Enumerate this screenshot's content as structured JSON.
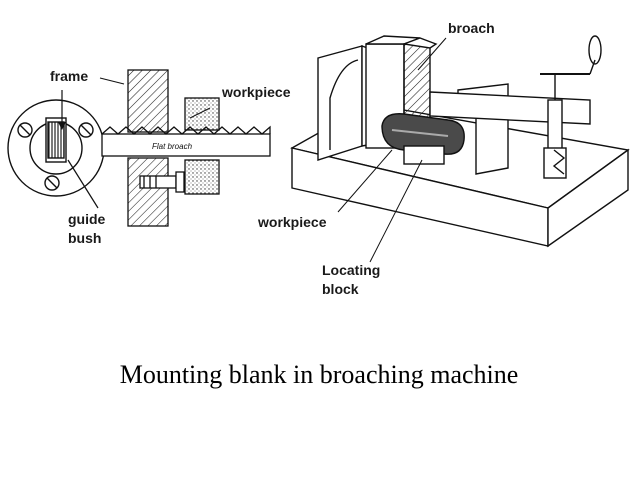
{
  "caption": "Mounting blank in broaching machine",
  "labels": {
    "frame": "frame",
    "workpiece_top": "workpiece",
    "flat_broach": "Flat broach",
    "guide": "guide",
    "bush": "bush",
    "broach": "broach",
    "workpiece_bottom": "workpiece",
    "locating": "Locating",
    "block": "block"
  }
}
